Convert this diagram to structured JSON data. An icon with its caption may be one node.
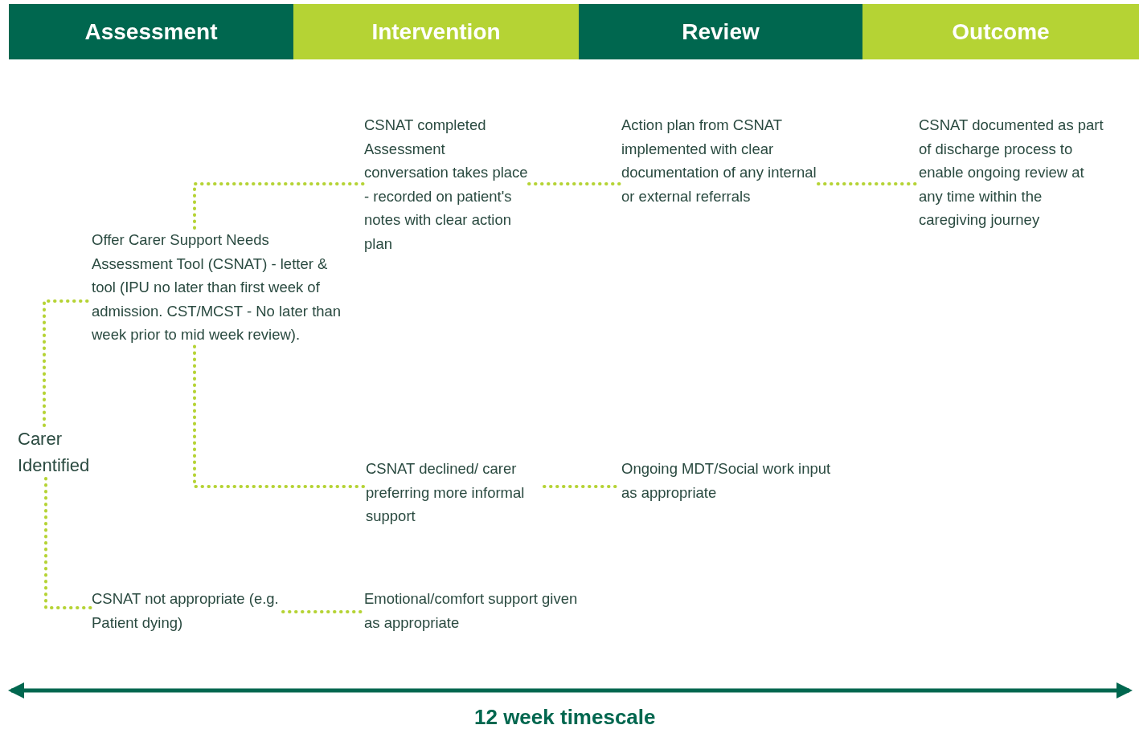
{
  "diagram": {
    "nodes": [
      {
        "text": [
          "Assessment"
        ]
      },
      {
        "text": [
          "Intervention"
        ]
      },
      {
        "text": [
          "Review"
        ]
      },
      {
        "text": [
          "Outcome"
        ]
      },
      {
        "text": [
          "Carer Identified"
        ]
      },
      {
        "text": [
          "Offer Carer Support Needs Assessment Tool (CSNAT) - letter & tool (IPU no later than first week of admission. CST/MCST - No later than week prior to mid week review)."
        ]
      },
      {
        "text": [
          "CSNAT completed Assessment conversation takes place - recorded on patient's notes with clear action plan"
        ]
      },
      {
        "text": [
          "Action plan from CSNAT implemented with clear documentation of any internal or external referrals"
        ]
      },
      {
        "text": [
          "CSNAT documented as part of discharge process to enable ongoing review at any time within the caregiving journey"
        ]
      },
      {
        "text": [
          "CSNAT declined/ carer preferring more informal support"
        ]
      },
      {
        "text": [
          "Ongoing MDT/Social work input as appropriate"
        ]
      },
      {
        "text": [
          "CSNAT not appropriate (e.g. Patient dying)"
        ]
      },
      {
        "text": [
          "Emotional/comfort support given as appropriate"
        ]
      }
    ],
    "edges": [
      {
        "from": 4,
        "to": 5,
        "arrow": "none",
        "style": "dashed"
      },
      {
        "from": 4,
        "to": 11,
        "arrow": "none",
        "style": "dashed"
      },
      {
        "from": 5,
        "to": 6,
        "arrow": "none",
        "style": "dashed"
      },
      {
        "from": 5,
        "to": 9,
        "arrow": "none",
        "style": "dashed"
      },
      {
        "from": 6,
        "to": 7,
        "arrow": "none",
        "style": "dashed"
      },
      {
        "from": 7,
        "to": 8,
        "arrow": "none",
        "style": "dashed"
      },
      {
        "from": 9,
        "to": 10,
        "arrow": "none",
        "style": "dashed"
      },
      {
        "from": 11,
        "to": 12,
        "arrow": "none",
        "style": "dashed"
      }
    ],
    "labels": [
      "12 week timescale"
    ]
  }
}
